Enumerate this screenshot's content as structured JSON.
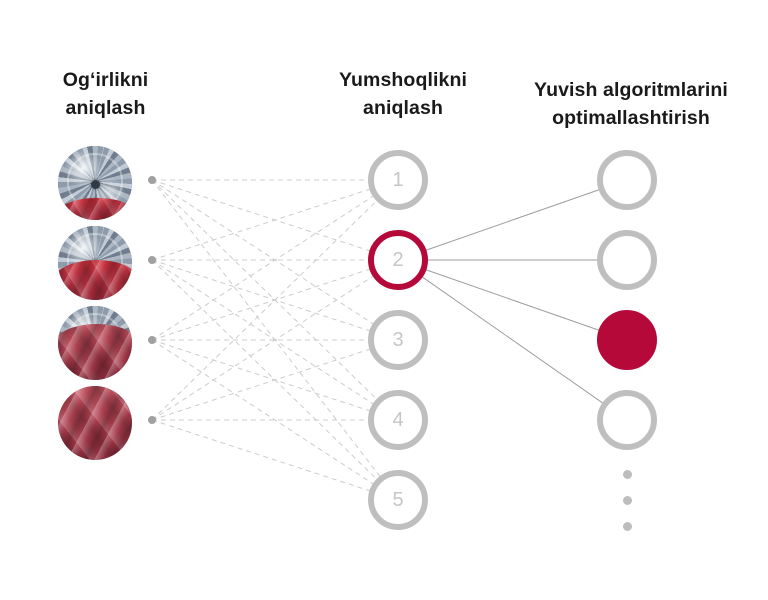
{
  "diagram": {
    "title": "Washing machine neural network pipeline",
    "background_color": "#ffffff",
    "accent_color": "#b5093a",
    "muted_color": "#bfbfbf",
    "label_color": "#c6c6c6",
    "heading_color": "#1a1a1a",
    "edge_dashed_color": "#cccccc",
    "edge_solid_color": "#9e9e9e"
  },
  "columns": {
    "weight": {
      "heading": "Og‘irlikni\naniqlash",
      "items": [
        {
          "name": "drum-empty-thumbnail",
          "alt": "washing machine drum with small amount of red laundry"
        },
        {
          "name": "drum-quarter-thumbnail",
          "alt": "washing machine drum with more red laundry"
        },
        {
          "name": "drum-half-thumbnail",
          "alt": "washing machine drum half filled with red laundry"
        },
        {
          "name": "drum-full-thumbnail",
          "alt": "washing machine drum full of red laundry"
        }
      ]
    },
    "softness": {
      "heading": "Yumshoqlikni\naniqlash",
      "nodes": [
        {
          "label": "1",
          "state": "inactive"
        },
        {
          "label": "2",
          "state": "active"
        },
        {
          "label": "3",
          "state": "inactive"
        },
        {
          "label": "4",
          "state": "inactive"
        },
        {
          "label": "5",
          "state": "inactive"
        }
      ]
    },
    "optimize": {
      "heading": "Yuvish algoritmlarini\noptimallashtirish",
      "nodes": [
        {
          "label": "",
          "state": "inactive"
        },
        {
          "label": "",
          "state": "inactive"
        },
        {
          "label": "",
          "state": "selected"
        },
        {
          "label": "",
          "state": "inactive"
        }
      ],
      "ellipsis": [
        "dot",
        "dot",
        "dot"
      ]
    }
  }
}
